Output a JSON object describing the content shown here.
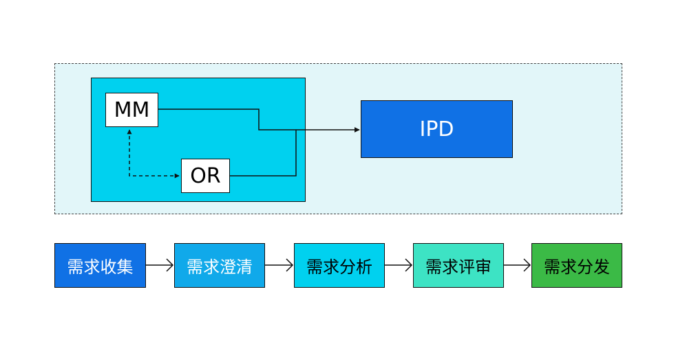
{
  "diagram": {
    "nodes": {
      "mm": "MM",
      "or": "OR",
      "ipd": "IPD"
    },
    "steps": [
      {
        "label": "需求收集"
      },
      {
        "label": "需求澄清"
      },
      {
        "label": "需求分析"
      },
      {
        "label": "需求评审"
      },
      {
        "label": "需求分发"
      }
    ]
  },
  "colors": {
    "outer_background": "#e2f6f9",
    "inner_background": "#00d1ef",
    "ipd_blue": "#1071e5",
    "step_1": "#1071e5",
    "step_2": "#10a9ea",
    "step_3": "#00d1ef",
    "step_4": "#3de3c4",
    "step_5": "#3bba46"
  }
}
